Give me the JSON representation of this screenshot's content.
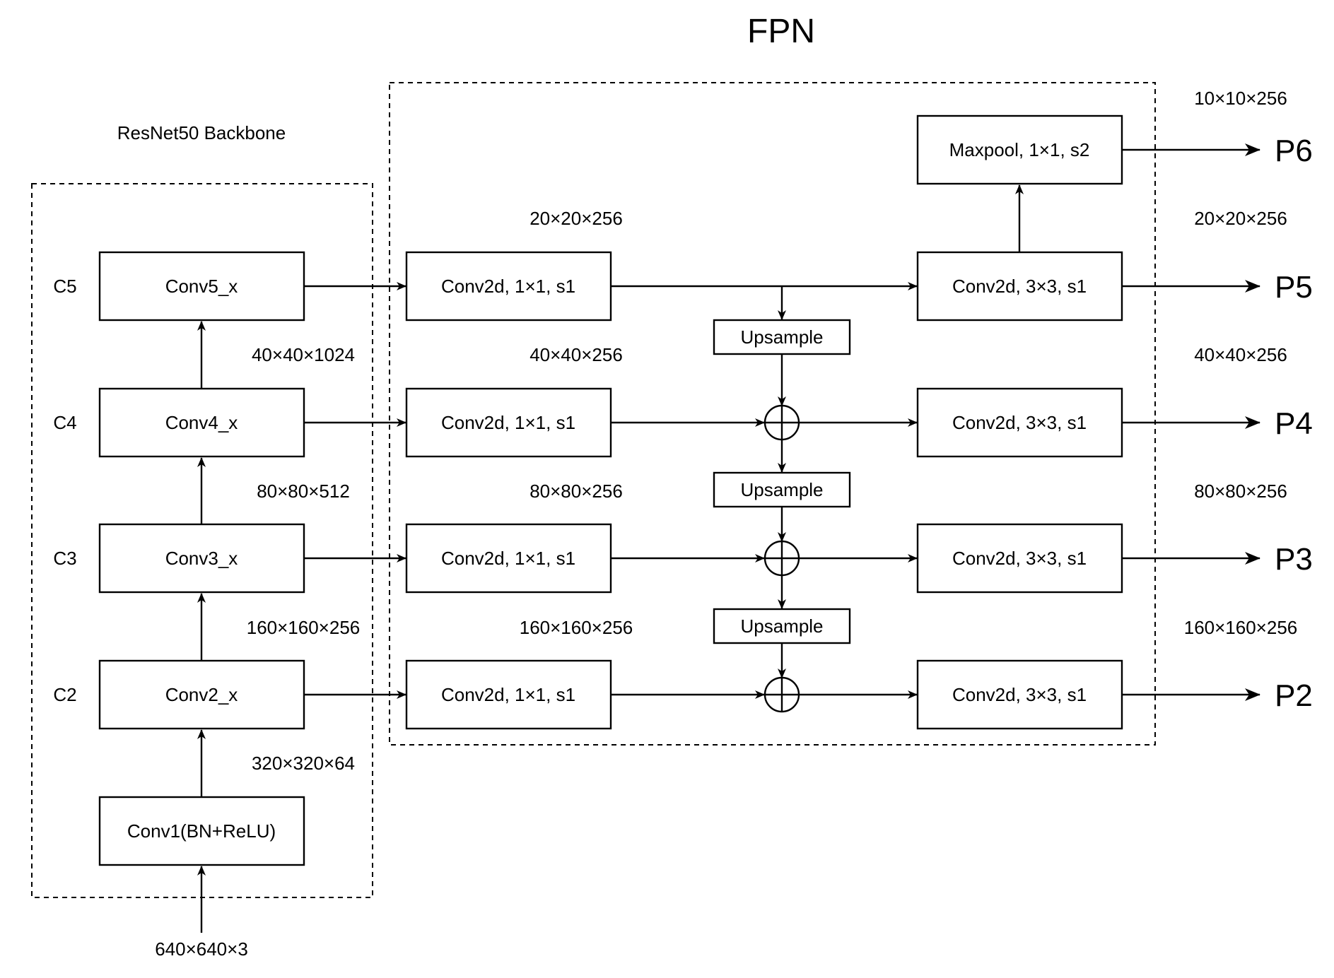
{
  "title": "FPN",
  "backbone": {
    "label": "ResNet50 Backbone",
    "input_dim": "640×640×3",
    "stages": [
      {
        "tag": "",
        "name": "Conv1(BN+ReLU)",
        "out_dim": "320×320×64"
      },
      {
        "tag": "C2",
        "name": "Conv2_x",
        "out_dim": "160×160×256"
      },
      {
        "tag": "C3",
        "name": "Conv3_x",
        "out_dim": "80×80×512"
      },
      {
        "tag": "C4",
        "name": "Conv4_x",
        "out_dim": "40×40×1024"
      },
      {
        "tag": "C5",
        "name": "Conv5_x",
        "out_dim": ""
      }
    ]
  },
  "fpn": {
    "lateral_dims": [
      "20×20×256",
      "40×40×256",
      "80×80×256",
      "160×160×256"
    ],
    "lateral_label": "Conv2d, 1×1, s1",
    "smooth_label": "Conv2d, 3×3, s1",
    "upsample_label": "Upsample",
    "maxpool_label": "Maxpool, 1×1, s2"
  },
  "outputs": [
    {
      "name": "P6",
      "dim": "10×10×256"
    },
    {
      "name": "P5",
      "dim": "20×20×256"
    },
    {
      "name": "P4",
      "dim": "40×40×256"
    },
    {
      "name": "P3",
      "dim": "80×80×256"
    },
    {
      "name": "P2",
      "dim": "160×160×256"
    }
  ]
}
